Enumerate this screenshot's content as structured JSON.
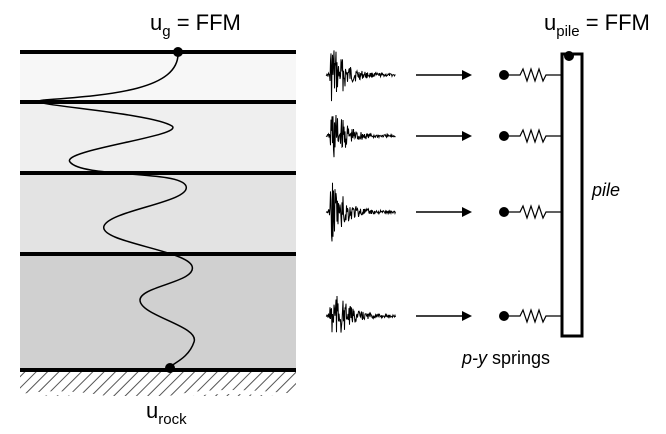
{
  "labels": {
    "ug_main": "u",
    "ug_sub": "g",
    "ug_eq": " = FFM",
    "upile_main": "u",
    "upile_sub": "pile",
    "upile_eq": " = FFM",
    "urock_main": "u",
    "urock_sub": "rock",
    "pile": "pile",
    "py_italic": "p-y",
    "py_rest": " springs"
  },
  "soil_layers": [
    {
      "name": "layer-1",
      "fill": "#f7f7f7"
    },
    {
      "name": "layer-2",
      "fill": "#efefef"
    },
    {
      "name": "layer-3",
      "fill": "#e3e3e3"
    },
    {
      "name": "layer-4",
      "fill": "#d0d0d0"
    }
  ],
  "colors": {
    "line": "#000000",
    "hatch": "#555555"
  },
  "icons": {
    "ground_motion": "seismogram-icon",
    "spring": "spring-icon",
    "arrow": "arrow-right-icon",
    "node": "node-dot-icon"
  },
  "motion_rows": 4
}
